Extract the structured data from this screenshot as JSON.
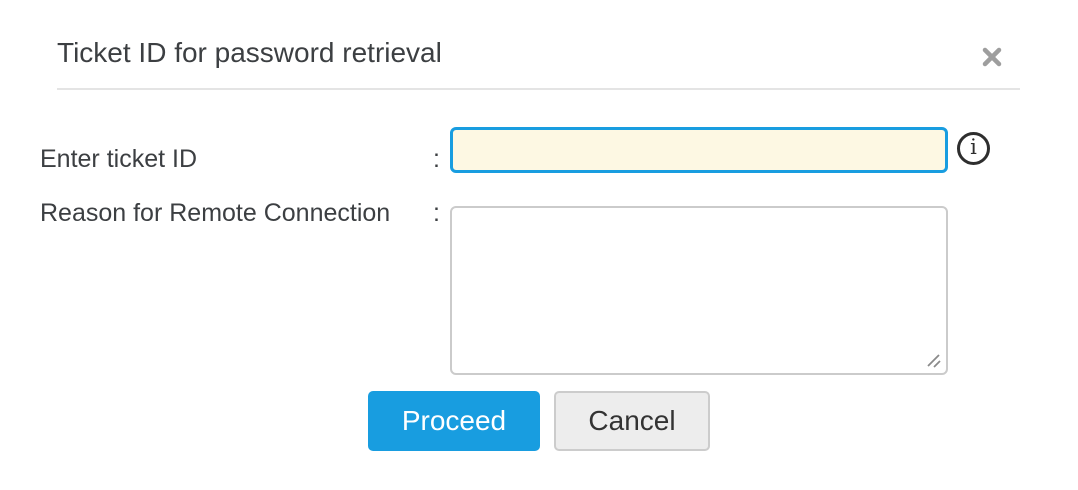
{
  "dialog": {
    "title": "Ticket ID for password retrieval",
    "fields": [
      {
        "label": "Enter ticket ID",
        "separator": ":",
        "value": "",
        "type": "text",
        "has_info_icon": true,
        "highlighted": true
      },
      {
        "label": "Reason for Remote Connection",
        "separator": ":",
        "value": "",
        "type": "textarea"
      }
    ],
    "info_icon_glyph": "i",
    "buttons": {
      "proceed": "Proceed",
      "cancel": "Cancel"
    },
    "colors": {
      "accent_blue": "#189de0",
      "input_highlight_bg": "#fdf8e3",
      "cancel_bg": "#ededed",
      "text_dark": "#3c3f42",
      "close_icon_gray": "#9e9e9e",
      "divider": "#e4e4e4"
    }
  }
}
